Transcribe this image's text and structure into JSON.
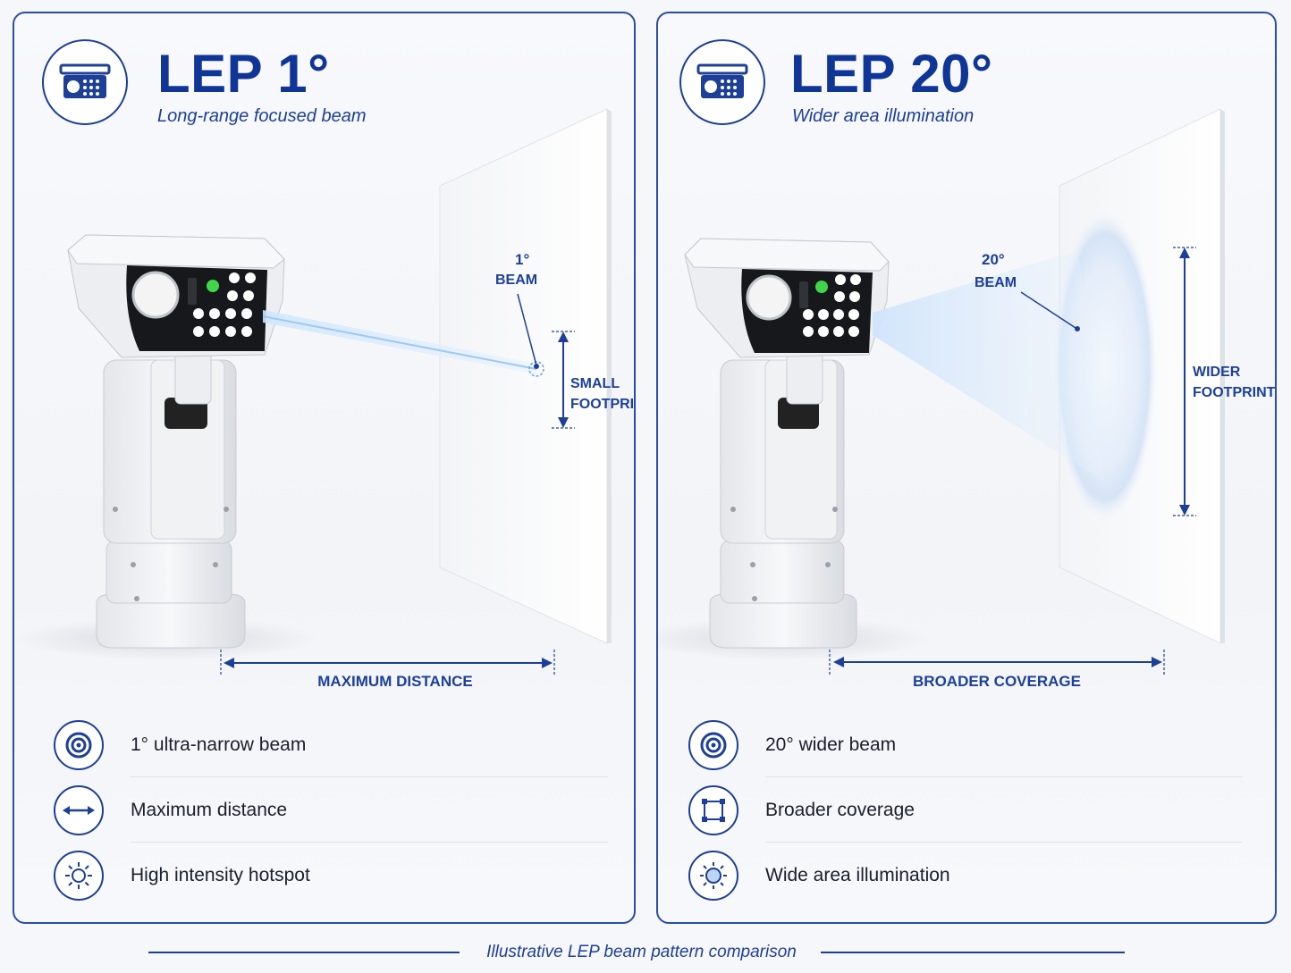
{
  "panels": [
    {
      "title": "LEP 1°",
      "subtitle": "Long-range focused beam",
      "beam_label_line1": "1°",
      "beam_label_line2": "BEAM",
      "footprint_label_line1": "SMALL",
      "footprint_label_line2": "FOOTPRINT",
      "distance_label": "MAXIMUM DISTANCE",
      "features": [
        {
          "icon": "target-icon",
          "label": "1° ultra-narrow beam"
        },
        {
          "icon": "double-arrow-icon",
          "label": "Maximum distance"
        },
        {
          "icon": "sun-icon",
          "label": "High intensity hotspot"
        }
      ]
    },
    {
      "title": "LEP 20°",
      "subtitle": "Wider area illumination",
      "beam_label_line1": "20°",
      "beam_label_line2": "BEAM",
      "footprint_label_line1": "WIDER",
      "footprint_label_line2": "FOOTPRINT",
      "distance_label": "BROADER COVERAGE",
      "features": [
        {
          "icon": "target-icon",
          "label": "20° wider beam"
        },
        {
          "icon": "square-frame-icon",
          "label": "Broader coverage"
        },
        {
          "icon": "sun-filled-icon",
          "label": "Wide area illumination"
        }
      ]
    }
  ],
  "caption": "Illustrative LEP beam pattern comparison",
  "colors": {
    "accent": "#1d3f97",
    "title": "#0f3596",
    "led_green": "#3fd64a"
  }
}
